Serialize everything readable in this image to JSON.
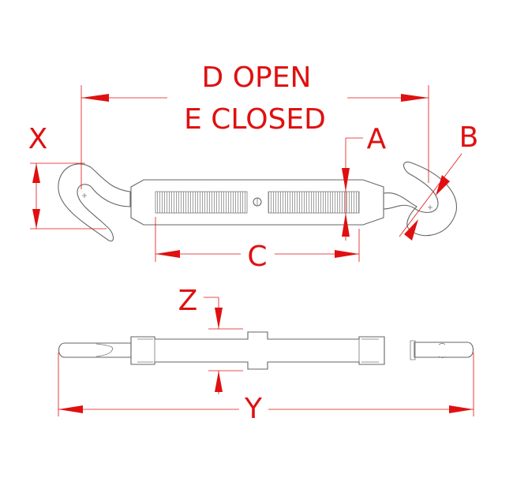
{
  "title": "Hook and Hook Turnbuckle Dimension Drawing",
  "labels": {
    "d_open": "D OPEN",
    "e_closed": "E CLOSED",
    "x": "X",
    "a": "A",
    "b": "B",
    "c": "C",
    "z": "Z",
    "y": "Y"
  },
  "colors": {
    "dimension": "#e01010",
    "outline": "#666666"
  }
}
